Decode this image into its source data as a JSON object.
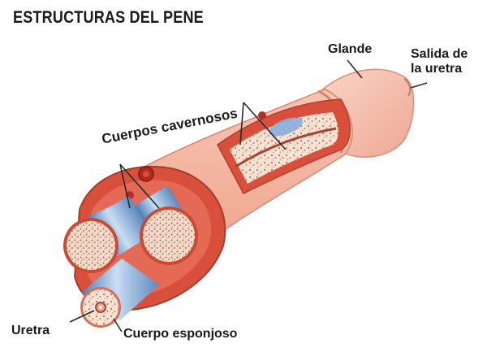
{
  "title": "ESTRUCTURAS DEL PENE",
  "labels": {
    "glande": "Glande",
    "salida_line1": "Salida de",
    "salida_line2": "la uretra",
    "cuerpos_cavernosos": "Cuerpos cavernosos",
    "uretra": "Uretra",
    "cuerpo_esponjoso": "Cuerpo esponjoso"
  },
  "colors": {
    "skin": "#f4b39e",
    "skin_shadow": "#e59a85",
    "tunica": "#d8503c",
    "spongy_tissue": "#f3e1cf",
    "spongy_dots": "#c0705f",
    "vessel_blue": "#6e98c9",
    "vessel_highlight": "#c5daf0",
    "leader_lines": "#2a2a2a"
  }
}
